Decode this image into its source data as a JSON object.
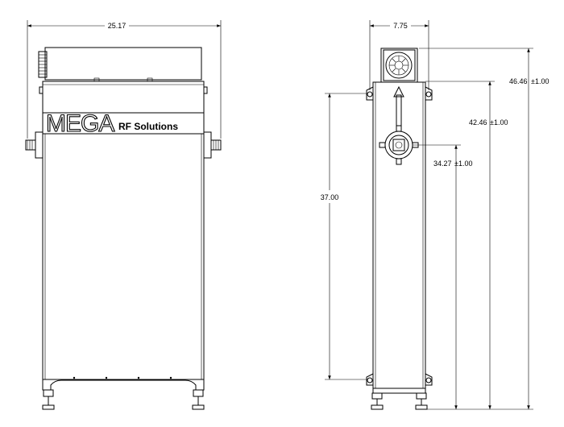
{
  "logo": {
    "mega": "MEGA",
    "rf": "RF Solutions"
  },
  "dimensions": {
    "front_width": "25.17",
    "side_width": "7.75",
    "mount_height": "37.00",
    "overall_height": {
      "value": "46.46",
      "tolerance": "±1.00"
    },
    "top_height": {
      "value": "42.46",
      "tolerance": "±1.00"
    },
    "port_height": {
      "value": "34.27",
      "tolerance": "±1.00"
    }
  }
}
